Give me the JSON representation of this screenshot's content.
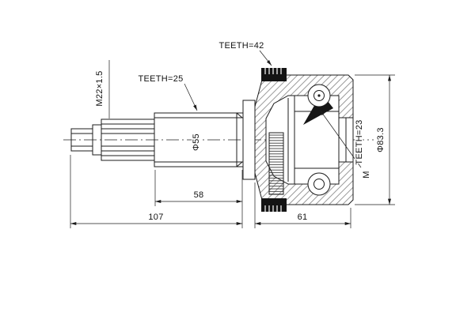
{
  "drawing": {
    "labels": {
      "thread_spec": "M22×1.5",
      "shaft_spline_teeth": "TEETH=25",
      "abs_ring_teeth": "TEETH=42",
      "hub_spline_teeth": "TEETH=23",
      "module_mark": "M",
      "shaft_diameter": "Φ55",
      "housing_diameter": "Φ83.3"
    },
    "dimensions": {
      "spline_section_length": "58",
      "shaft_overall_length": "107",
      "housing_length": "61"
    },
    "colors": {
      "ink": "#1c1c1c",
      "background": "#ffffff"
    }
  }
}
